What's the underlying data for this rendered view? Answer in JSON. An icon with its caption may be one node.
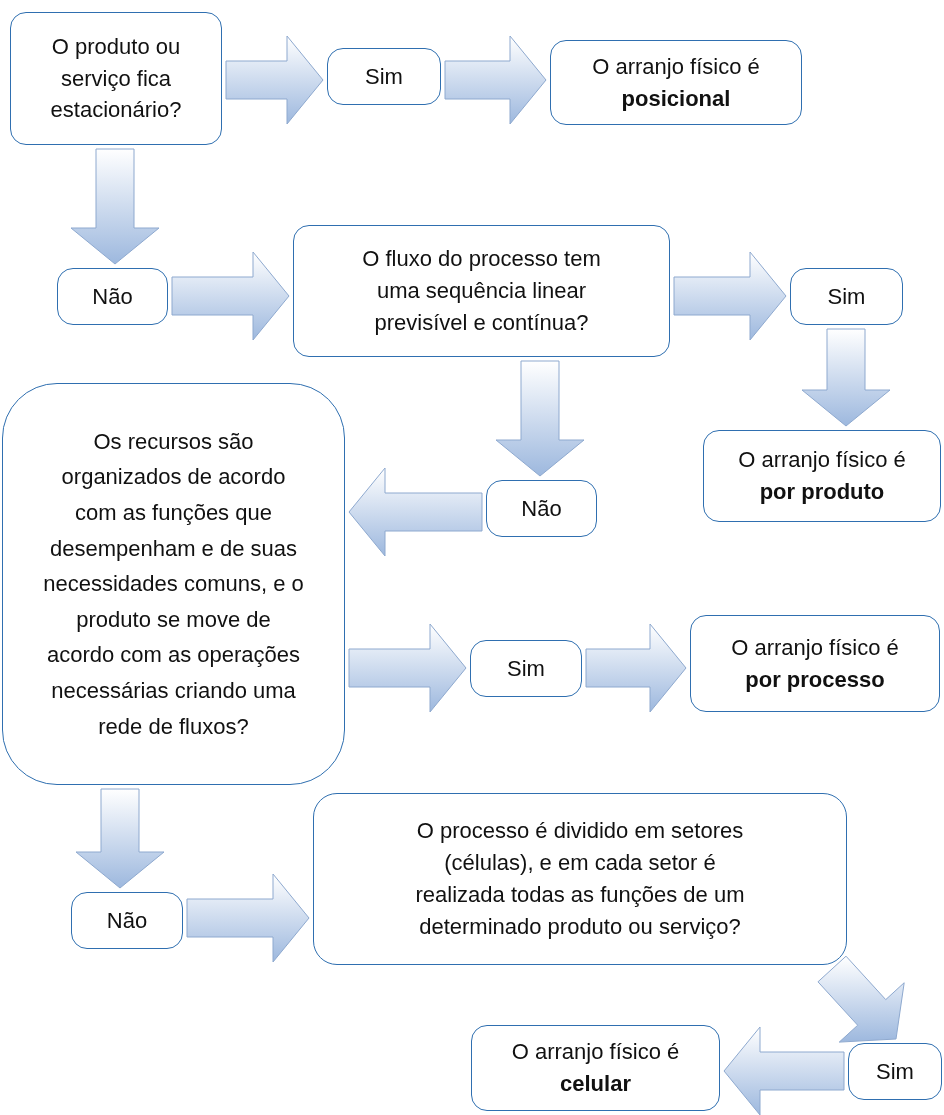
{
  "diagram": {
    "nodes": [
      {
        "text": [
          "O produto ou serviço fica estacionário?"
        ]
      },
      {
        "text": [
          "Sim"
        ]
      },
      {
        "text": [
          "O arranjo físico é **posicional**"
        ]
      },
      {
        "text": [
          "Não"
        ]
      },
      {
        "text": [
          "O fluxo do processo tem uma sequência linear previsível e contínua?"
        ]
      },
      {
        "text": [
          "Sim"
        ]
      },
      {
        "text": [
          "Os recursos são organizados de acordo com as funções que desempenham e de suas necessidades comuns, e o produto se move de acordo com as operações necessárias criando uma rede de fluxos?"
        ]
      },
      {
        "text": [
          "Não"
        ]
      },
      {
        "text": [
          "O arranjo físico é **por produto**"
        ]
      },
      {
        "text": [
          "Sim"
        ]
      },
      {
        "text": [
          "O arranjo físico é **por processo**"
        ]
      },
      {
        "text": [
          "Não"
        ]
      },
      {
        "text": [
          "O processo é dividido em setores (células), e em cada setor é realizada todas as funções de um determinado produto ou serviço?"
        ]
      },
      {
        "text": [
          "Sim"
        ]
      },
      {
        "text": [
          "O arranjo físico é **celular**"
        ]
      }
    ],
    "edges": [
      {
        "from": 0,
        "to": 1,
        "arrow": "to"
      },
      {
        "from": 1,
        "to": 2,
        "arrow": "to"
      },
      {
        "from": 0,
        "to": 3,
        "arrow": "to"
      },
      {
        "from": 3,
        "to": 4,
        "arrow": "to"
      },
      {
        "from": 4,
        "to": 5,
        "arrow": "to"
      },
      {
        "from": 5,
        "to": 8,
        "arrow": "to"
      },
      {
        "from": 4,
        "to": 7,
        "arrow": "to"
      },
      {
        "from": 7,
        "to": 6,
        "arrow": "to"
      },
      {
        "from": 6,
        "to": 9,
        "arrow": "to"
      },
      {
        "from": 9,
        "to": 10,
        "arrow": "to"
      },
      {
        "from": 6,
        "to": 11,
        "arrow": "to"
      },
      {
        "from": 11,
        "to": 12,
        "arrow": "to"
      },
      {
        "from": 12,
        "to": 13,
        "arrow": "to"
      },
      {
        "from": 13,
        "to": 14,
        "arrow": "to"
      }
    ]
  }
}
